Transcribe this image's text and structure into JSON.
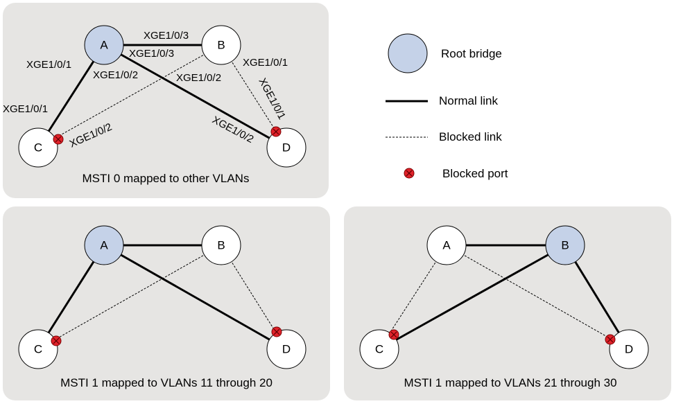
{
  "colors": {
    "panel": "#e6e5e3",
    "root": "#c5d2e8",
    "node": "#ffffff",
    "blocked_port": "#e0222a",
    "line": "#000000"
  },
  "legend": {
    "root_bridge": "Root bridge",
    "normal_link": "Normal link",
    "blocked_link": "Blocked link",
    "blocked_port": "Blocked port"
  },
  "msti0": {
    "caption": "MSTI 0 mapped to other VLANs",
    "nodes": {
      "a": "A",
      "b": "B",
      "c": "C",
      "d": "D"
    },
    "ports": {
      "a_b": "XGE1/0/3",
      "b_a": "XGE1/0/3",
      "a_c": "XGE1/0/1",
      "c_a": "XGE1/0/1",
      "a_d": "XGE1/0/2",
      "d_a": "XGE1/0/2",
      "b_c": "XGE1/0/2",
      "c_b": "XGE1/0/2",
      "b_d": "XGE1/0/1",
      "d_b": "XGE1/0/1"
    }
  },
  "msti1a": {
    "caption": "MSTI 1 mapped to VLANs 11 through 20",
    "nodes": {
      "a": "A",
      "b": "B",
      "c": "C",
      "d": "D"
    }
  },
  "msti1b": {
    "caption": "MSTI 1 mapped to VLANs 21 through 30",
    "nodes": {
      "a": "A",
      "b": "B",
      "c": "C",
      "d": "D"
    }
  }
}
